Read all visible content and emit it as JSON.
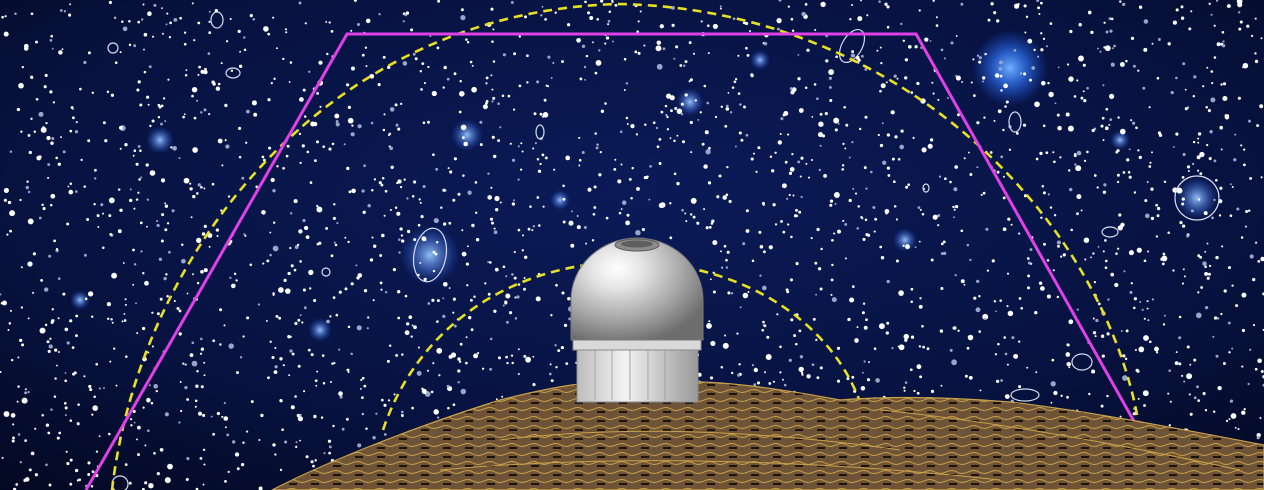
{
  "scene": {
    "description_free": true,
    "colors": {
      "sky_dark": "#050a24",
      "sky_mid": "#0a1a55",
      "nebula_blue": "#1d4fd8",
      "star": "#ffffff",
      "outline": "#d8dcf0",
      "field_of_view_magenta": "#e040e8",
      "altitude_circle_yellow": "#e8e020",
      "terrain_brown": "#6e5336",
      "terrain_contour": "#c8a24a",
      "dome_silver": "#c9c9c9",
      "base_silver": "#e4e4e4"
    },
    "icons": {
      "dome": "observatory-dome-icon",
      "terrain": "mountain-terrain",
      "field_of_view": "field-of-view-outline",
      "altitude_circles": "altitude-circle"
    }
  }
}
